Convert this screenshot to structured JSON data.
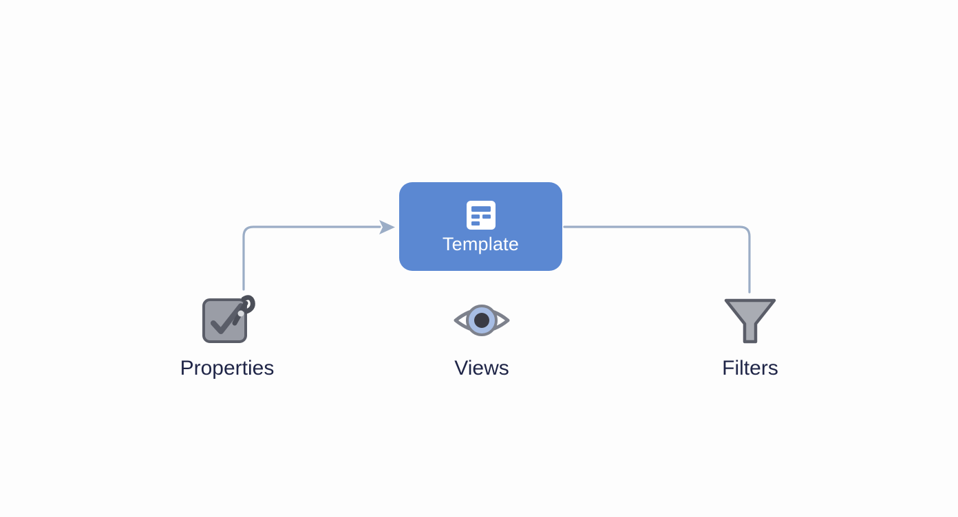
{
  "diagram": {
    "background_color": "#fdfdfd",
    "accent_color": "#5b88d2",
    "connector_color": "#9badc6",
    "label_color": "#1f2547",
    "icon_gray": "#8a8d96",
    "icon_outline": "#5a5d68",
    "center_node": {
      "label": "Template",
      "icon": "template-layout-icon",
      "fill": "#5b88d2",
      "text_color": "#ffffff"
    },
    "nodes": [
      {
        "id": "properties",
        "label": "Properties",
        "icon": "checkbox-pen-icon",
        "connector": "elbow-up-right-arrow"
      },
      {
        "id": "views",
        "label": "Views",
        "icon": "eye-icon",
        "connector": "none"
      },
      {
        "id": "filters",
        "label": "Filters",
        "icon": "funnel-icon",
        "connector": "elbow-right-down"
      }
    ],
    "connectors": [
      {
        "id": "properties-to-template",
        "from": "properties",
        "to": "center_node",
        "arrow_head": "right",
        "color": "#9badc6"
      },
      {
        "id": "template-to-filters",
        "from": "center_node",
        "to": "filters",
        "arrow_head": "none",
        "color": "#9badc6"
      }
    ]
  }
}
